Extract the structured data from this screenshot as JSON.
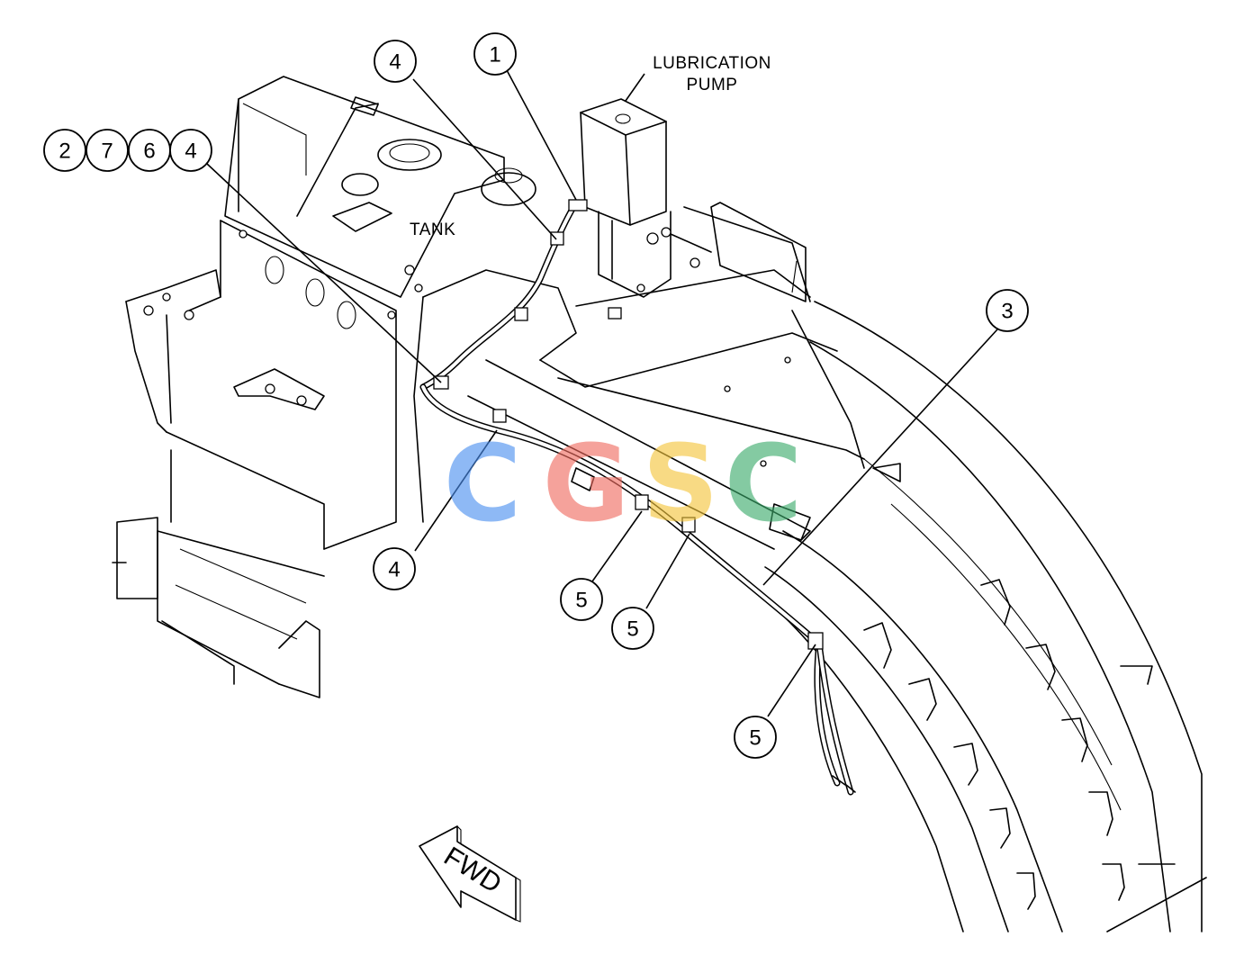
{
  "labels": {
    "pump": [
      "LUBRICATION",
      "PUMP"
    ],
    "tank": "TANK"
  },
  "callouts": {
    "c1": "1",
    "c2": "2",
    "c3": "3",
    "c4a": "4",
    "c4b": "4",
    "c4c": "4",
    "c5a": "5",
    "c5b": "5",
    "c5c": "5",
    "c6": "6",
    "c7": "7"
  },
  "direction_arrow": "FWD",
  "watermark": {
    "letters": [
      "C",
      "G",
      "S",
      "C"
    ],
    "colors": [
      "#4a8ff0",
      "#f06a5e",
      "#f4c53a",
      "#3aaa6a"
    ]
  }
}
